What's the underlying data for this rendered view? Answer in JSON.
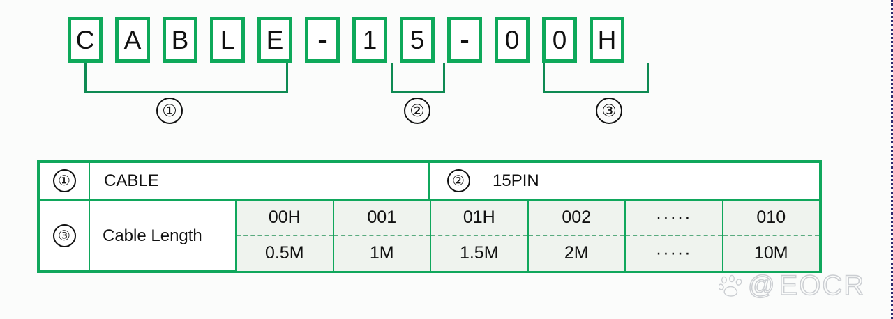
{
  "part_number": {
    "characters": [
      {
        "char": "C",
        "type": "letter"
      },
      {
        "char": "A",
        "type": "letter"
      },
      {
        "char": "B",
        "type": "letter"
      },
      {
        "char": "L",
        "type": "letter"
      },
      {
        "char": "E",
        "type": "letter"
      },
      {
        "char": "-",
        "type": "separator"
      },
      {
        "char": "1",
        "type": "digit"
      },
      {
        "char": "5",
        "type": "digit"
      },
      {
        "char": "-",
        "type": "separator"
      },
      {
        "char": "0",
        "type": "digit"
      },
      {
        "char": "0",
        "type": "digit"
      },
      {
        "char": "H",
        "type": "letter"
      }
    ],
    "groups": [
      {
        "marker": "①",
        "covers": "CABLE"
      },
      {
        "marker": "②",
        "covers": "15"
      },
      {
        "marker": "③",
        "covers": "00H"
      }
    ]
  },
  "legend_table": {
    "row1": {
      "marker_1": "①",
      "name_1": "CABLE",
      "marker_2": "②",
      "name_2": "15PIN"
    },
    "row2": {
      "marker_3": "③",
      "label": "Cable Length",
      "codes": [
        "00H",
        "001",
        "01H",
        "002",
        "·····",
        "010"
      ],
      "lengths": [
        "0.5M",
        "1M",
        "1.5M",
        "2M",
        "·····",
        "10M"
      ]
    }
  },
  "watermark": {
    "text": "EOCR",
    "at_symbol": "@"
  },
  "colors": {
    "box_green": "#0ea95a",
    "table_green": "#10a75c",
    "bracket_green": "#0e8a52",
    "cell_fill": "#eff3ee",
    "text": "#111111"
  }
}
